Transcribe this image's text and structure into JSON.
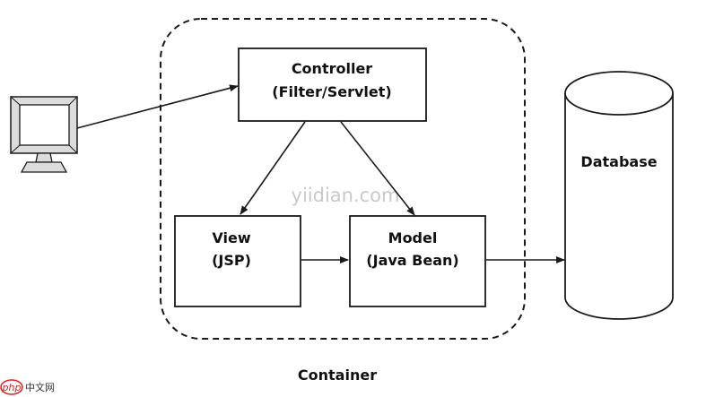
{
  "container": {
    "label": "Container"
  },
  "controller": {
    "line1": "Controller",
    "line2": "(Filter/Servlet)"
  },
  "view": {
    "line1": "View",
    "line2": "(JSP)"
  },
  "model": {
    "line1": "Model",
    "line2": "(Java Bean)"
  },
  "database": {
    "label": "Database"
  },
  "client": {
    "icon": "monitor-icon"
  },
  "watermark": {
    "text": "yiidian.com"
  },
  "logo": {
    "mark": "php",
    "text": "中文网"
  },
  "colors": {
    "stroke": "#1a1a1a",
    "monitor_screen": "#ffffff",
    "monitor_bezel": "#dcdcdc",
    "logo_accent": "#e02020"
  }
}
